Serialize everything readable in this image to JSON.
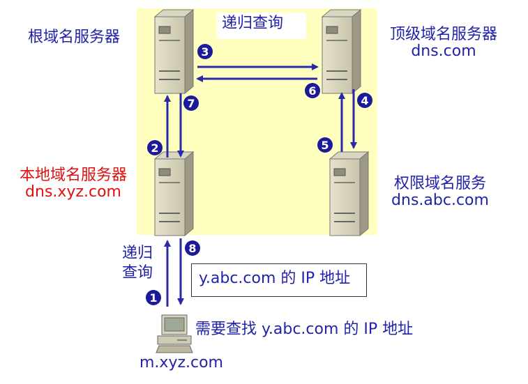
{
  "title_box": "递归查询",
  "servers": {
    "root": {
      "name": "根域名服务器"
    },
    "tld": {
      "name": "顶级域名服务器",
      "domain": "dns.com"
    },
    "local": {
      "name": "本地域名服务器",
      "domain": "dns.xyz.com"
    },
    "auth": {
      "name": "权限域名服务",
      "domain": "dns.abc.com"
    }
  },
  "host": {
    "name": "m.xyz.com",
    "request": "需要查找 y.abc.com 的 IP 地址"
  },
  "left_query_label": [
    "递归",
    "查询"
  ],
  "answer_box": "y.abc.com 的 IP 地址",
  "steps": [
    "1",
    "2",
    "3",
    "4",
    "5",
    "6",
    "7",
    "8"
  ],
  "colors": {
    "panel": "#ffffc0",
    "arrow": "#2a2aa8",
    "badge": "#1a1a9a",
    "local_label": "#e01010"
  }
}
